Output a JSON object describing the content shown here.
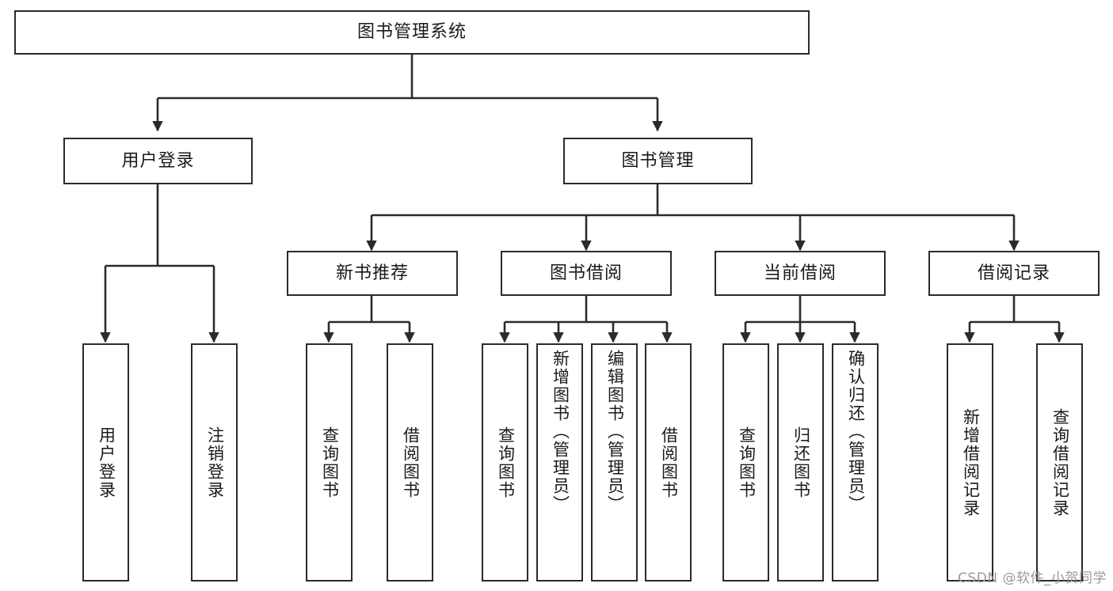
{
  "diagram": {
    "title": "图书管理系统",
    "type": "tree",
    "colors": {
      "node_border": "#2b2b2b",
      "node_fill": "#ffffff",
      "edge": "#2b2b2b",
      "text": "#1a1a1a",
      "watermark": "#9a9a9a"
    },
    "root": {
      "label": "图书管理系统"
    },
    "level2": [
      {
        "label": "用户登录"
      },
      {
        "label": "图书管理"
      }
    ],
    "level3": [
      {
        "label": "新书推荐"
      },
      {
        "label": "图书借阅"
      },
      {
        "label": "当前借阅"
      },
      {
        "label": "借阅记录"
      }
    ],
    "leaves": [
      {
        "label": "用户登录",
        "parent": "用户登录"
      },
      {
        "label": "注销登录",
        "parent": "用户登录"
      },
      {
        "label": "查询图书",
        "parent": "新书推荐"
      },
      {
        "label": "借阅图书",
        "parent": "新书推荐"
      },
      {
        "label": "查询图书",
        "parent": "图书借阅"
      },
      {
        "label": "新增图书（管理员）",
        "parent": "图书借阅"
      },
      {
        "label": "编辑图书（管理员）",
        "parent": "图书借阅"
      },
      {
        "label": "借阅图书",
        "parent": "图书借阅"
      },
      {
        "label": "查询图书",
        "parent": "当前借阅"
      },
      {
        "label": "归还图书",
        "parent": "当前借阅"
      },
      {
        "label": "确认归还（管理员）",
        "parent": "当前借阅"
      },
      {
        "label": "新增借阅记录",
        "parent": "借阅记录"
      },
      {
        "label": "查询借阅记录",
        "parent": "借阅记录"
      }
    ]
  },
  "watermark": {
    "text": "CSDN @软件_小贺同学"
  }
}
